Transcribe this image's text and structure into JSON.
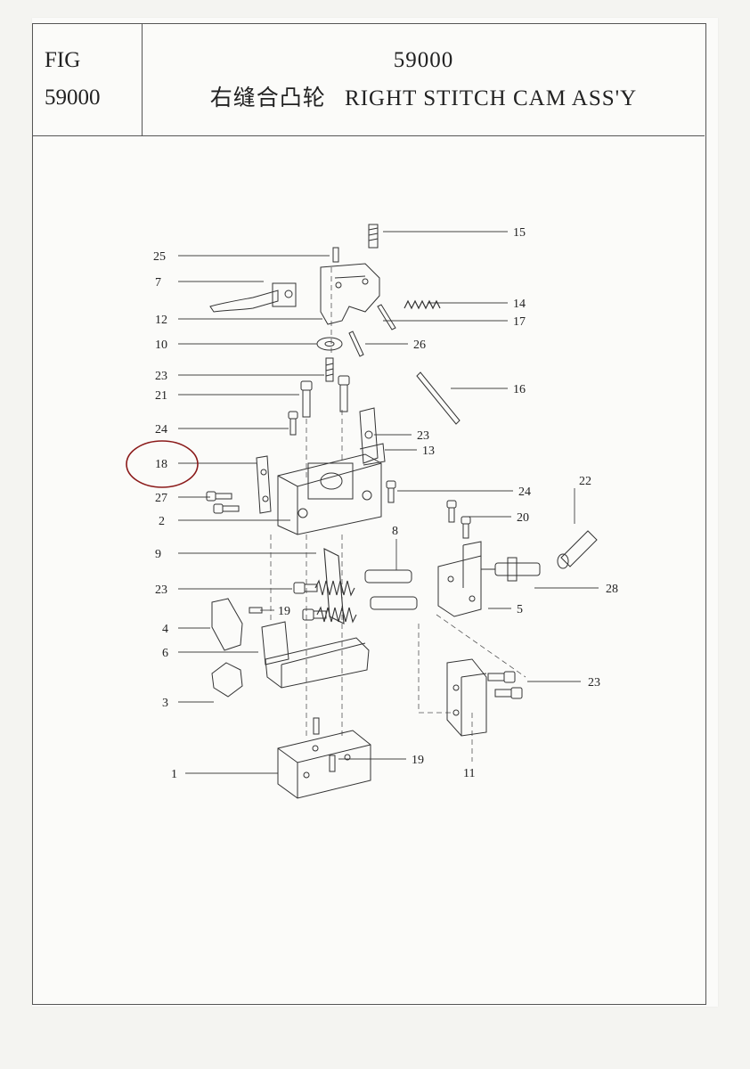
{
  "header": {
    "fig_label": "FIG",
    "fig_number": "59000",
    "title_number": "59000",
    "title_cn": "右缝合凸轮",
    "title_en": "RIGHT STITCH CAM ASS'Y"
  },
  "callouts": {
    "c1": "1",
    "c2": "2",
    "c3": "3",
    "c4": "4",
    "c5": "5",
    "c6": "6",
    "c7": "7",
    "c8": "8",
    "c9": "9",
    "c10": "10",
    "c11": "11",
    "c12": "12",
    "c13": "13",
    "c14": "14",
    "c15": "15",
    "c16": "16",
    "c17": "17",
    "c18": "18",
    "c19a": "19",
    "c19b": "19",
    "c20": "20",
    "c21": "21",
    "c22": "22",
    "c23a": "23",
    "c23b": "23",
    "c23c": "23",
    "c23d": "23",
    "c24a": "24",
    "c24b": "24",
    "c25": "25",
    "c26": "26",
    "c27": "27",
    "c28": "28"
  },
  "highlight": {
    "color": "#8b1a1a",
    "target": "18"
  }
}
